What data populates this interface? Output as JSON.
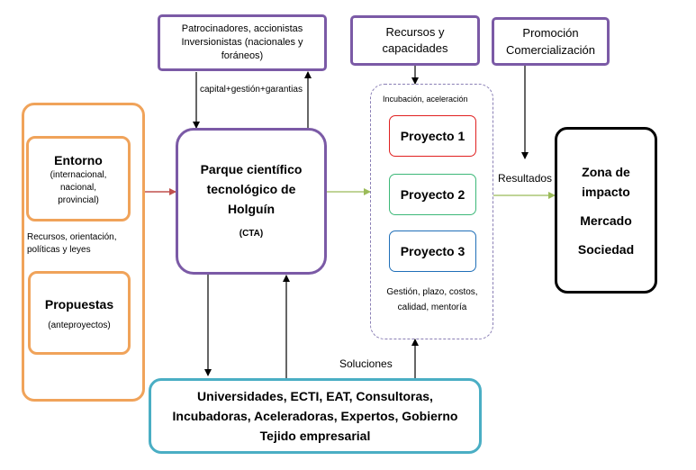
{
  "sponsors": {
    "line1": "Patrocinadores, accionistas",
    "line2": "Inversionistas (nacionales y",
    "line3": "foráneos)"
  },
  "resources": {
    "line1": "Recursos y",
    "line2": "capacidades"
  },
  "promotion": {
    "line1": "Promoción",
    "line2": "Comercialización"
  },
  "capital_label": "capital+gestión+garantias",
  "entorno": {
    "title": "Entorno",
    "line1": "(internacional,",
    "line2": "nacional,",
    "line3": "provincial)"
  },
  "resources_label": {
    "line1": "Recursos, orientación,",
    "line2": "políticas y leyes"
  },
  "propuestas": {
    "title": "Propuestas",
    "subtitle": "(anteproyectos)"
  },
  "park": {
    "line1": "Parque científico",
    "line2": "tecnológico de",
    "line3": "Holguín",
    "abbr": "(CTA)"
  },
  "incubation_label": "Incubación, aceleración",
  "projects": [
    {
      "label": "Proyecto 1",
      "color": "#e02020"
    },
    {
      "label": "Proyecto 2",
      "color": "#3cb878"
    },
    {
      "label": "Proyecto 3",
      "color": "#1f6fb8"
    }
  ],
  "management_label": {
    "line1": "Gestión, plazo, costos,",
    "line2": "calidad, mentoría"
  },
  "results_label": "Resultados",
  "impact": {
    "line1": "Zona de",
    "line2": "impacto",
    "line3": "Mercado",
    "line4": "Sociedad"
  },
  "solutions_label": "Soluciones",
  "universities": {
    "line1": "Universidades, ECTI, EAT, Consultoras,",
    "line2": "Incubadoras, Aceleradoras, Expertos, Gobierno",
    "line3": "Tejido empresarial"
  },
  "colors": {
    "orange": "#f0a35a",
    "purple": "#7b5aa6",
    "teal": "#4aaec4",
    "black": "#000000",
    "green_arrow": "#9bbb59",
    "red_arrow": "#c0504d",
    "dashed": "#8a7fb5"
  }
}
